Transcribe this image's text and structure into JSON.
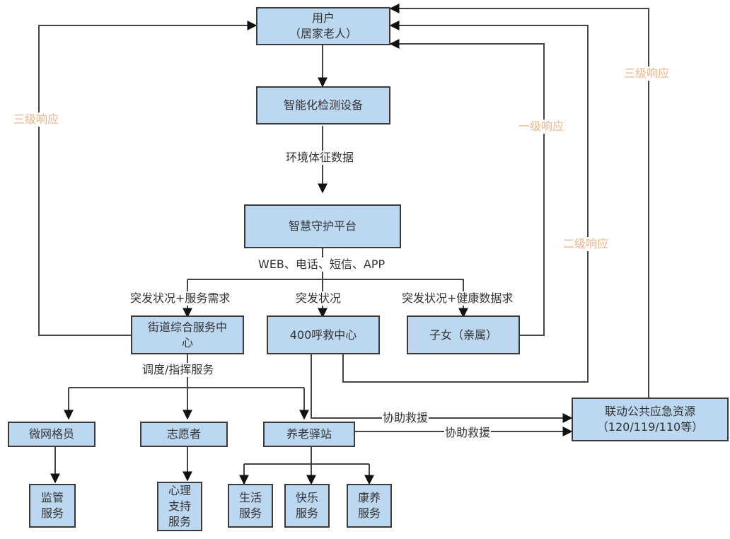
{
  "nodes": {
    "user": "用户\n（居家老人）",
    "device": "智能化检测设备",
    "platform": "智慧守护平台",
    "street": "街道综合服务中\n心",
    "call400": "400呼救中心",
    "children": "子女（亲属）",
    "emergency": "联动公共应急资源\n（120/119/110等）",
    "grid": "微网格员",
    "volunteer": "志愿者",
    "station": "养老驿站",
    "supervise": "监管\n服务",
    "psych": "心理\n支持\n服务",
    "life": "生活\n服务",
    "joy": "快乐\n服务",
    "health": "康养\n服务"
  },
  "labels": {
    "env_data": "环境体征数据",
    "channels": "WEB、电话、短信、APP",
    "to_street": "突发状况+服务需求",
    "to_400": "突发状况",
    "to_children": "突发状况+健康数据求",
    "dispatch": "调度/指挥服务",
    "assist1": "协助救援",
    "assist2": "协助救援",
    "resp_left": "三级响应",
    "resp_level1": "一级响应",
    "resp_level2": "二级响应",
    "resp_right": "三级响应"
  },
  "colors": {
    "node_fill": "#bcd7f0",
    "response_label": "#f0b48a",
    "line": "#333333"
  }
}
